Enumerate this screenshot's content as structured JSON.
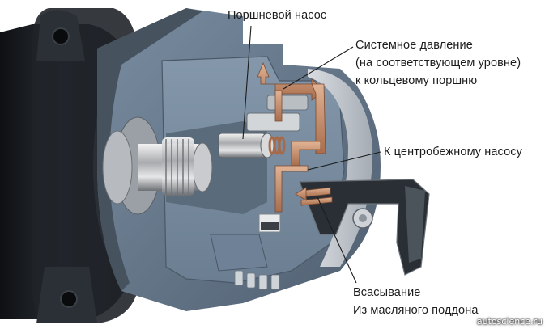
{
  "labels": {
    "piston_pump": "Поршневой насос",
    "system_pressure_line1": "Системное давление",
    "system_pressure_line2": "(на соответствующем уровне)",
    "system_pressure_line3": "к кольцевому поршню",
    "to_centrifugal_pump": "К центробежному насосу",
    "suction_line1": "Всасывание",
    "suction_line2": "Из масляного поддона"
  },
  "watermark": "autoscience.ru",
  "colors": {
    "housing": "#5f6f80",
    "housing_dark": "#3d4a57",
    "cut_face": "#7c8fa3",
    "body_dark": "#1e2227",
    "oil_channel": "#c08a6a",
    "leader_line": "#1c1c1c"
  }
}
